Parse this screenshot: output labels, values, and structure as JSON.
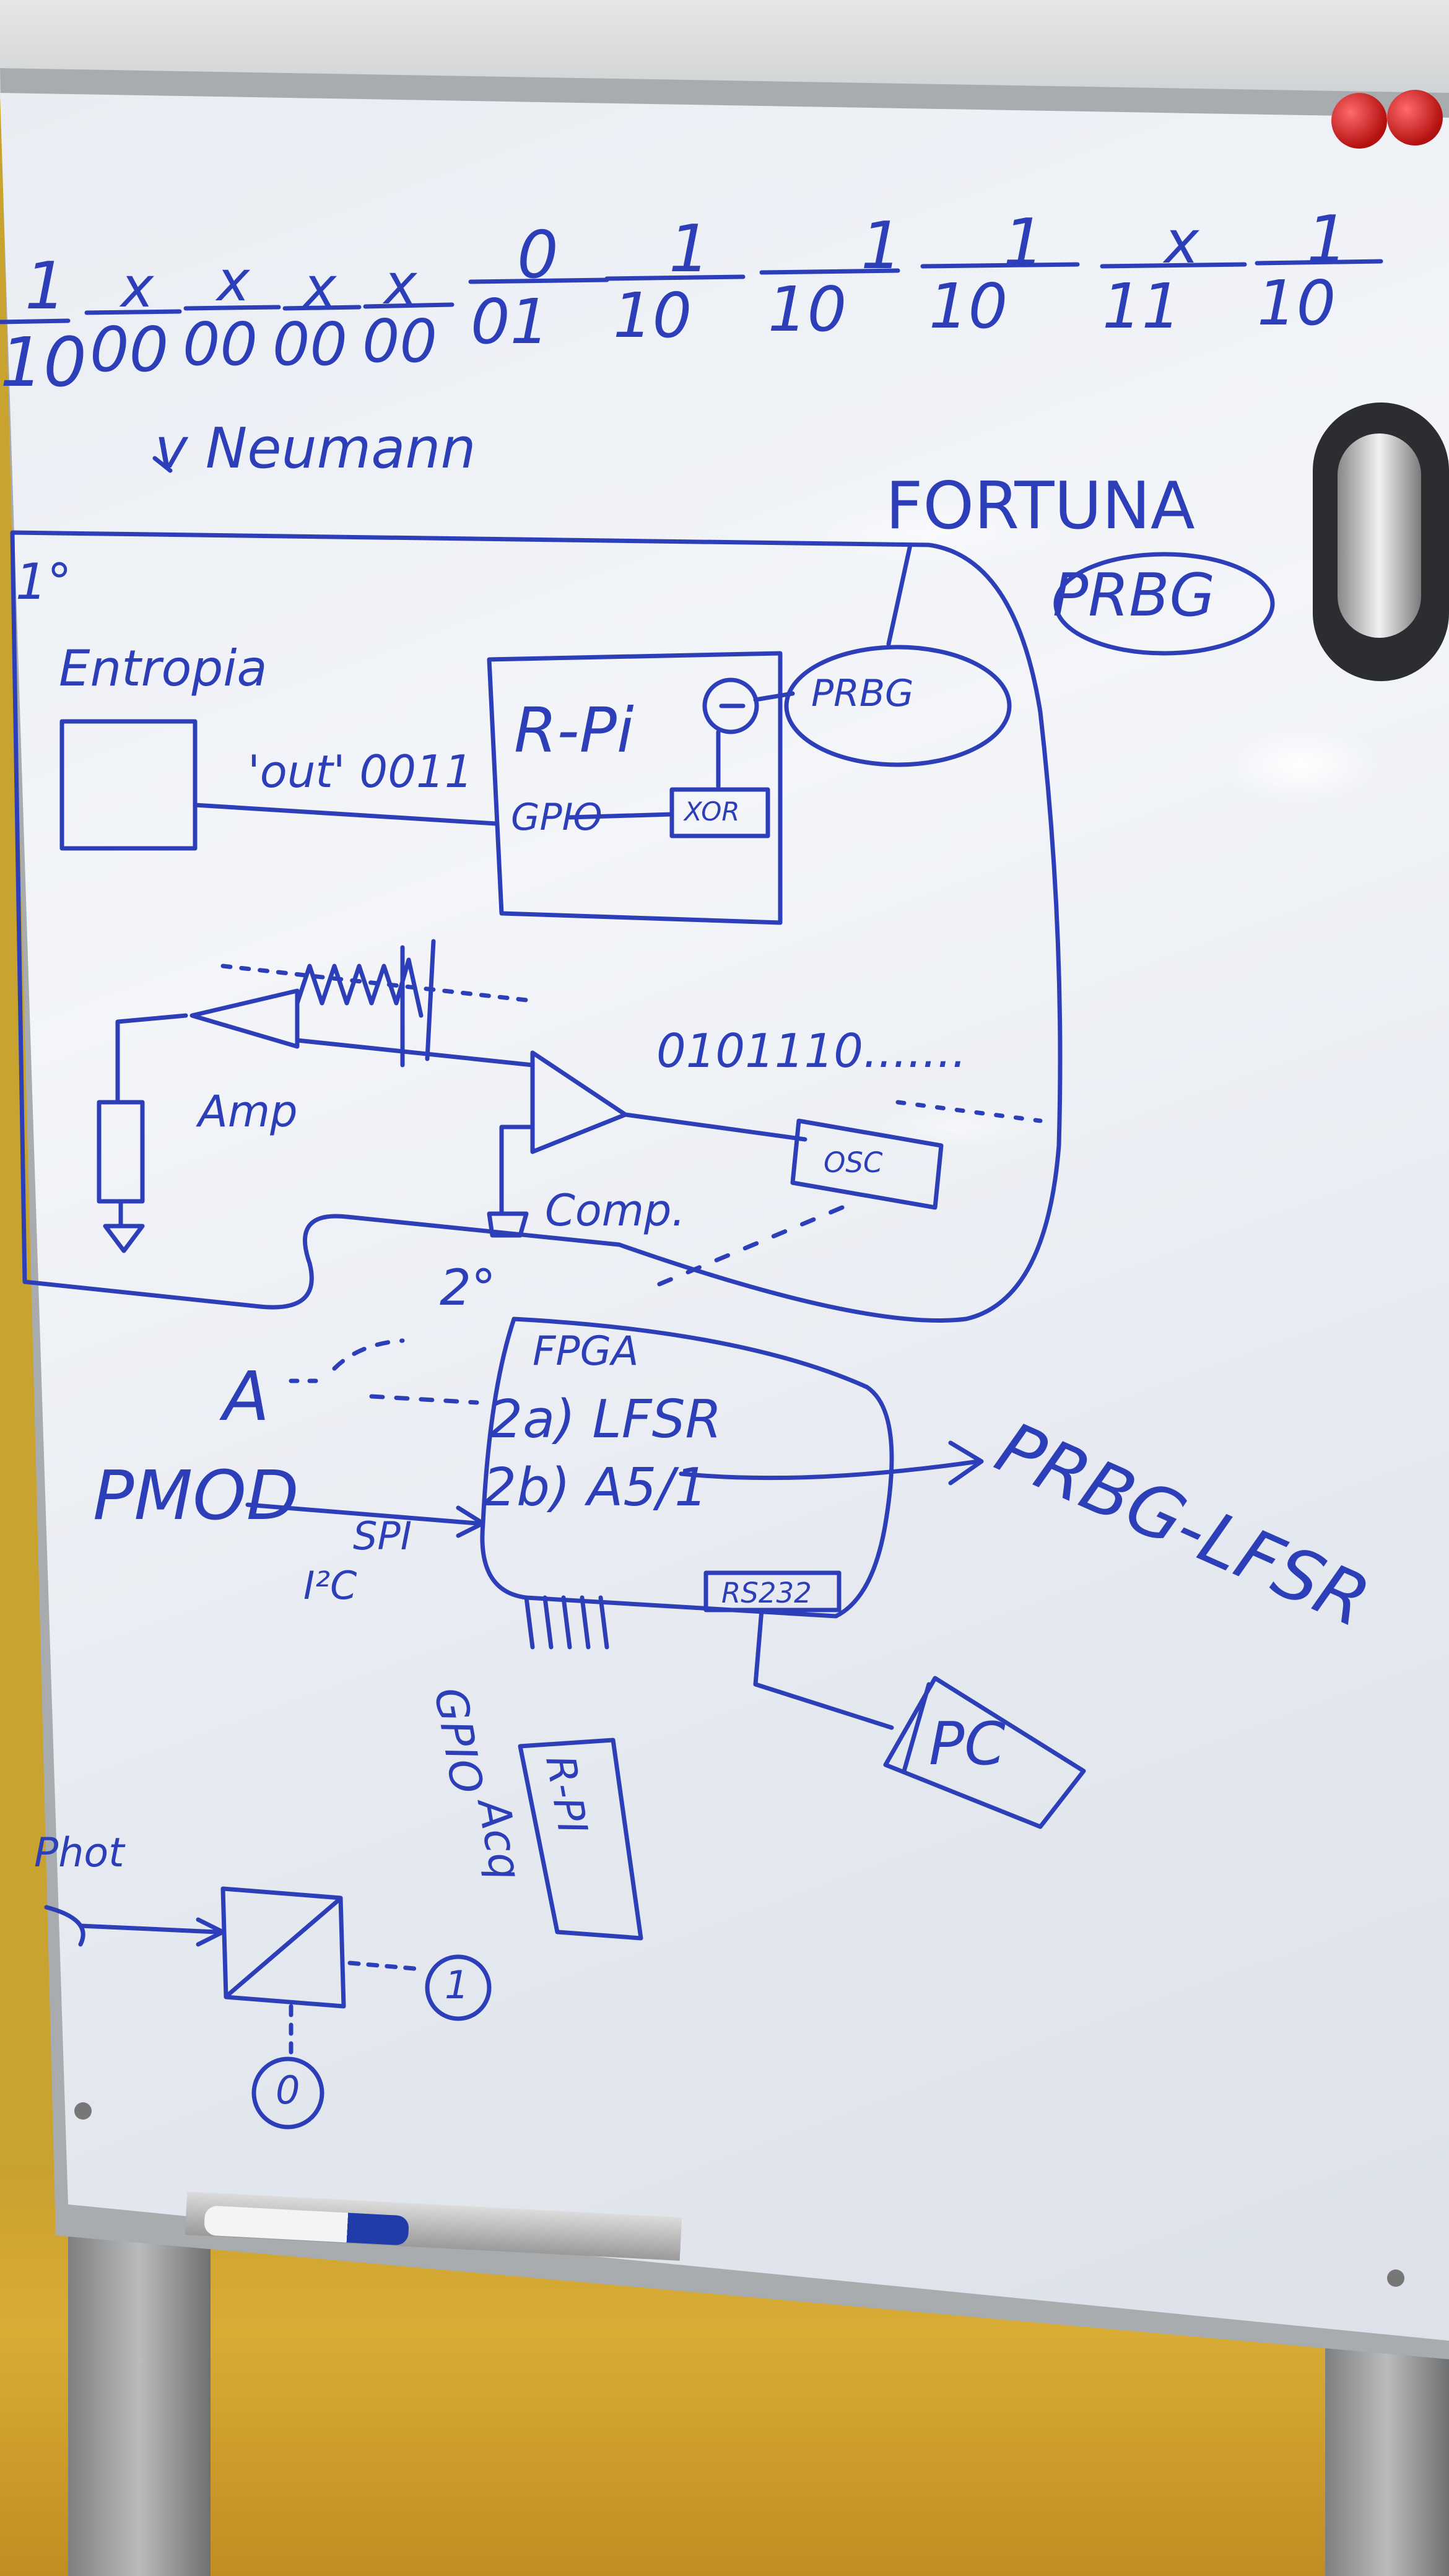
{
  "top_row": {
    "numerators": [
      "1",
      "x",
      "x",
      "x",
      "x",
      "0",
      "1",
      "1",
      "1",
      "x",
      "1"
    ],
    "denominators": [
      "10",
      "00",
      "00",
      "00",
      "00",
      "01",
      "10",
      "10",
      "10",
      "11",
      "10"
    ]
  },
  "labels": {
    "heading": "v Neumann",
    "fortuna": "FORTUNA",
    "prbg_ellipse": "PRBG",
    "prbg_block": "PRBG",
    "one_deg": "1°",
    "entropia": "Entropia",
    "out": "'out' 0011",
    "rpi": "R-Pi",
    "gpio": "GPIO",
    "xor": "XOR",
    "bits": "0101110.......",
    "amp": "Amp",
    "comp": "Comp.",
    "osc": "OSC",
    "two_deg": "2°",
    "fpga": "FPGA",
    "lfsr": "2a) LFSR",
    "a51": "2b) A5/1",
    "a": "A",
    "pmod": "PMOD",
    "spi": "SPI",
    "i2c": "I²C",
    "rs232": "RS232",
    "gpio2": "GPIO",
    "rpi2": "R-PI",
    "acq": "Acq",
    "pc": "PC",
    "prbg_lfsr": "PRBG-LFSR",
    "phot": "Phot",
    "circle_one": "1",
    "circle_zero": "0"
  },
  "colors": {
    "ink": "#2d3fb8",
    "board": "#eef1f6",
    "floor": "#c9a330"
  }
}
